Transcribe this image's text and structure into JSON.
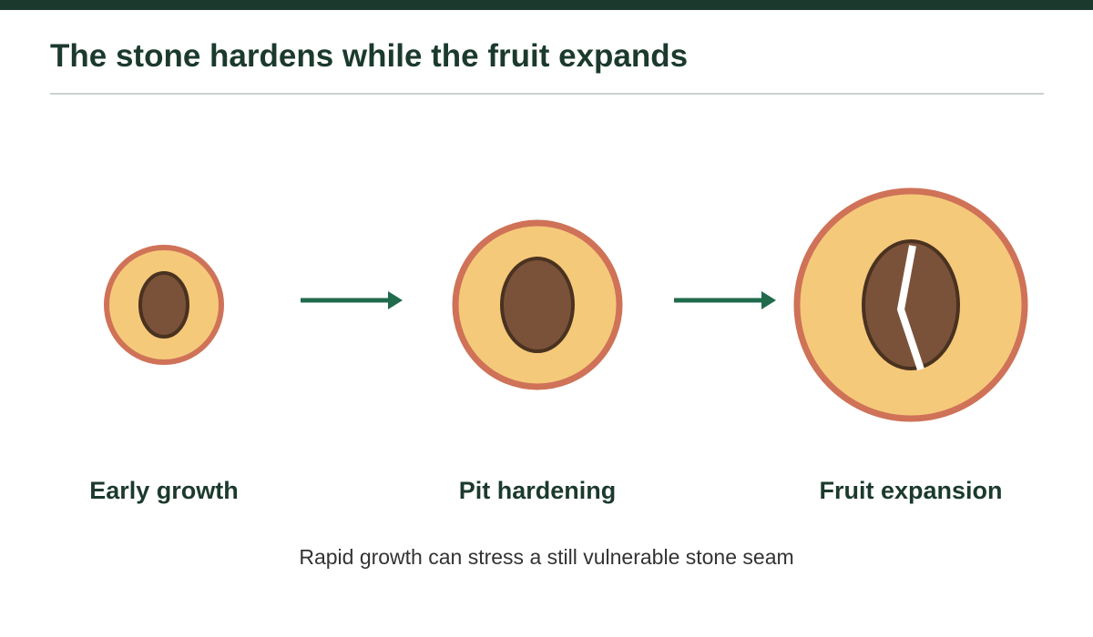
{
  "title": "The stone hardens while the fruit expands",
  "stages": [
    {
      "label": "Early growth"
    },
    {
      "label": "Pit hardening"
    },
    {
      "label": "Fruit expansion"
    }
  ],
  "caption": "Rapid growth can stress a still vulnerable stone seam",
  "colors": {
    "header_bar": "#1b3a2d",
    "title_text": "#1b3a2d",
    "rule": "#c9d3cd",
    "fruit_flesh": "#f5c97a",
    "fruit_skin": "#cf7258",
    "stone": "#7a5239",
    "stone_outline": "#4a3220",
    "arrow": "#1f6b4c",
    "crack": "#ffffff",
    "caption_text": "#333333"
  }
}
